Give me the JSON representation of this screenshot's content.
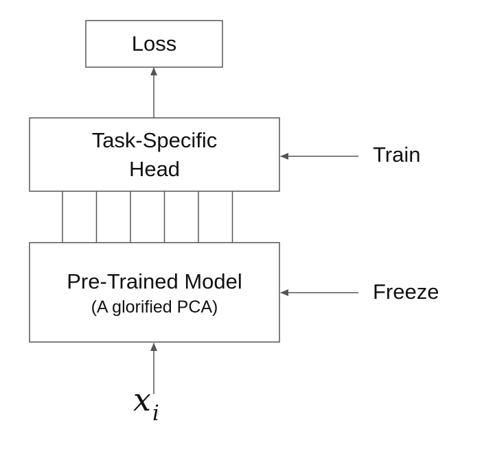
{
  "diagram": {
    "loss_box": {
      "label": "Loss"
    },
    "head_box": {
      "line1": "Task-Specific",
      "line2": "Head"
    },
    "model_box": {
      "line1": "Pre-Trained Model",
      "line2": "(A glorified PCA)"
    },
    "train_label": "Train",
    "freeze_label": "Freeze",
    "input_label": {
      "base": "x",
      "subscript": "i"
    },
    "connector_count": 6,
    "colors": {
      "stroke": "#555555",
      "arrow": "#555555",
      "text": "#111111",
      "background": "#ffffff"
    }
  }
}
